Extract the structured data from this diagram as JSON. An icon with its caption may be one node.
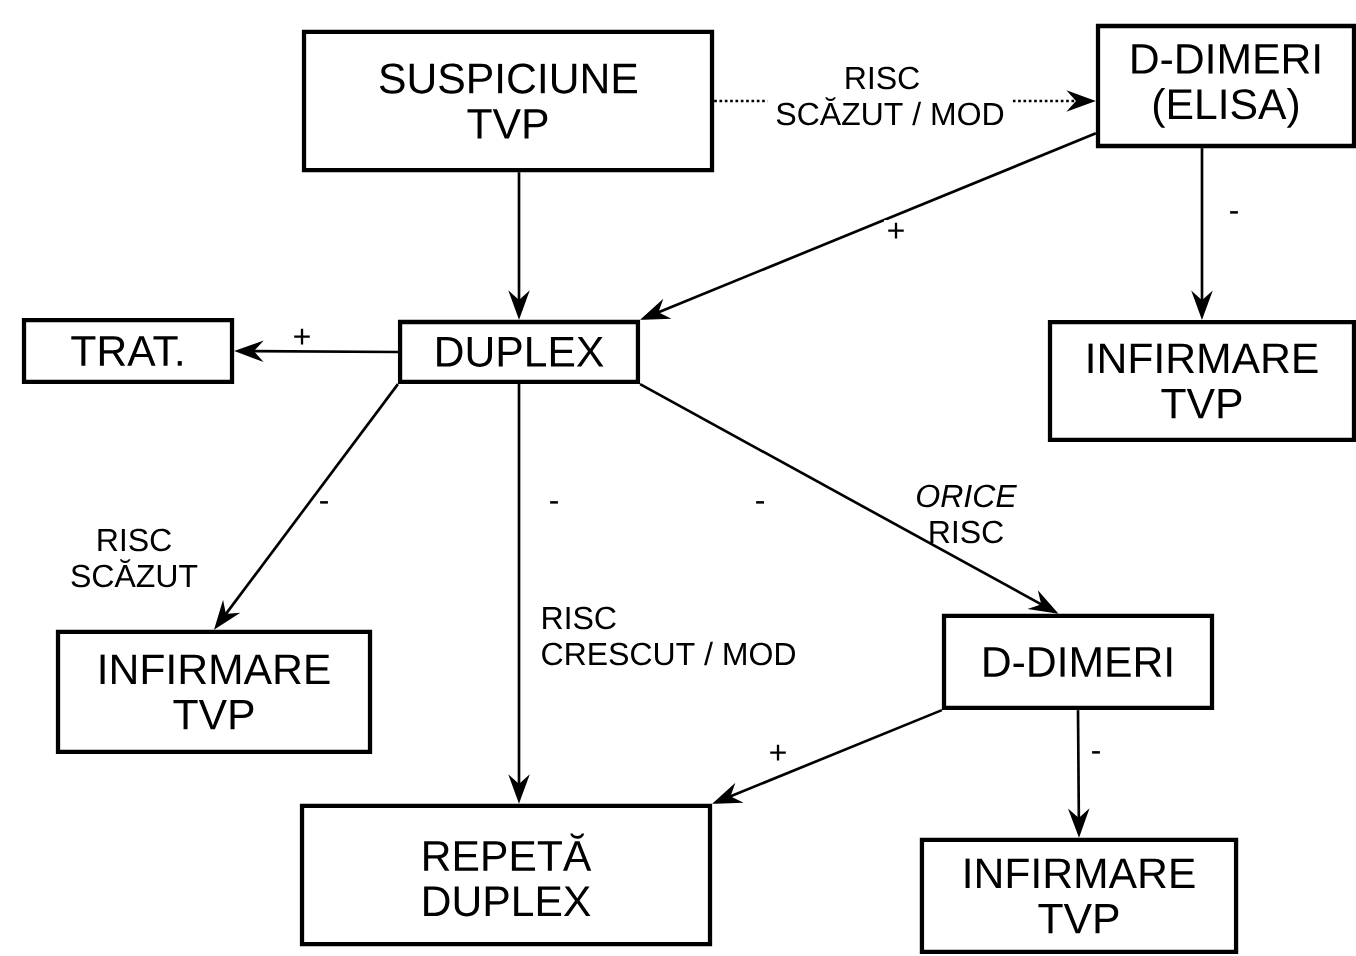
{
  "diagram": {
    "nodes": [
      {
        "text": [
          "SUSPICIUNE TVP"
        ]
      },
      {
        "text": [
          "D-DIMERI (ELISA)"
        ]
      },
      {
        "text": [
          "DUPLEX"
        ]
      },
      {
        "text": [
          "TRAT."
        ]
      },
      {
        "text": [
          "INFIRMARE TVP"
        ]
      },
      {
        "text": [
          "INFIRMARE TVP"
        ]
      },
      {
        "text": [
          "D-DIMERI"
        ]
      },
      {
        "text": [
          "REPETĂ DUPLEX"
        ]
      },
      {
        "text": [
          "INFIRMARE TVP"
        ]
      }
    ],
    "edges": [
      {
        "from": 0,
        "to": 1,
        "arrow": "to",
        "label": "RISC SCĂZUT / MOD",
        "style": "dashed"
      },
      {
        "from": 0,
        "to": 2,
        "arrow": "to"
      },
      {
        "from": 1,
        "to": 2,
        "arrow": "to",
        "label": "+"
      },
      {
        "from": 1,
        "to": 4,
        "arrow": "to",
        "label": "-"
      },
      {
        "from": 2,
        "to": 3,
        "arrow": "to",
        "label": "+"
      },
      {
        "from": 2,
        "to": 5,
        "arrow": "to",
        "label": "-"
      },
      {
        "from": 2,
        "to": 7,
        "arrow": "to",
        "label": "-"
      },
      {
        "from": 2,
        "to": 6,
        "arrow": "to",
        "label": "-"
      },
      {
        "from": 6,
        "to": 7,
        "arrow": "to",
        "label": "+"
      },
      {
        "from": 6,
        "to": 8,
        "arrow": "to",
        "label": "-"
      }
    ],
    "labels": [
      "RISC SCĂZUT",
      "RISC CRESCUT / MOD",
      "*ORICE* RISC"
    ]
  }
}
